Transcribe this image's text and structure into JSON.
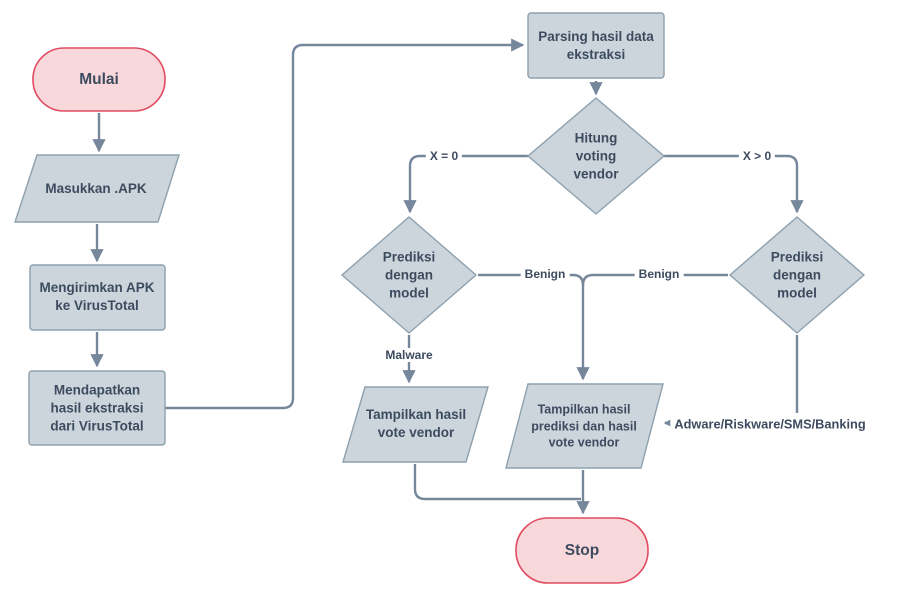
{
  "colors": {
    "node_fill": "#ccd5dc",
    "node_border": "#8da0ae",
    "terminal_fill": "#f8d8db",
    "terminal_border": "#e14b60",
    "connector": "#76879b",
    "text": "#3d4b5f"
  },
  "nodes": {
    "start": {
      "label": "Mulai",
      "shape": "terminator"
    },
    "input_apk": {
      "label": "Masukkan .APK",
      "shape": "parallelogram"
    },
    "send_apk": {
      "label": "Mengirimkan APK ke VirusTotal",
      "shape": "process"
    },
    "get_extraction": {
      "label": "Mendapatkan hasil ekstraksi dari VirusTotal",
      "shape": "process"
    },
    "parsing": {
      "label": "Parsing hasil data ekstraksi",
      "shape": "process"
    },
    "voting": {
      "label": "Hitung voting vendor",
      "shape": "decision"
    },
    "predict_left": {
      "label": "Prediksi dengan model",
      "shape": "decision"
    },
    "predict_right": {
      "label": "Prediksi dengan model",
      "shape": "decision"
    },
    "vote_output": {
      "label": "Tampilkan hasil vote vendor",
      "shape": "parallelogram"
    },
    "prediction_output": {
      "label": "Tampilkan hasil prediksi dan hasil vote vendor",
      "shape": "parallelogram"
    },
    "stop": {
      "label": "Stop",
      "shape": "terminator"
    }
  },
  "edge_labels": {
    "x_equals_zero": "X = 0",
    "x_greater_zero": "X > 0",
    "benign_left": "Benign",
    "benign_right": "Benign",
    "malware": "Malware",
    "adware": "Adware/Riskware/SMS/Banking"
  }
}
